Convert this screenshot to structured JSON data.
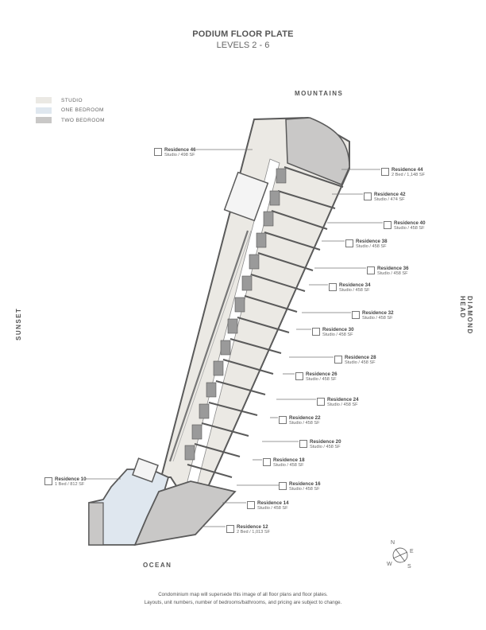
{
  "header": {
    "title": "PODIUM FLOOR PLATE",
    "subtitle": "LEVELS 2 - 6"
  },
  "legend": {
    "items": [
      {
        "label": "STUDIO",
        "color": "#ebe9e4"
      },
      {
        "label": "ONE BEDROOM",
        "color": "#dfe7ef"
      },
      {
        "label": "TWO BEDROOM",
        "color": "#c9c8c7"
      }
    ]
  },
  "directions": {
    "north": "MOUNTAINS",
    "south": "OCEAN",
    "west": "SUNSET",
    "east": "DIAMOND HEAD"
  },
  "residences": [
    {
      "name": "Residence 46",
      "info": "Studio / 498 SF"
    },
    {
      "name": "Residence 44",
      "info": "2 Bed / 1,148 SF"
    },
    {
      "name": "Residence 42",
      "info": "Studio / 474 SF"
    },
    {
      "name": "Residence 40",
      "info": "Studio / 458 SF"
    },
    {
      "name": "Residence 38",
      "info": "Studio / 458 SF"
    },
    {
      "name": "Residence 36",
      "info": "Studio / 458 SF"
    },
    {
      "name": "Residence 34",
      "info": "Studio / 458 SF"
    },
    {
      "name": "Residence 32",
      "info": "Studio / 458 SF"
    },
    {
      "name": "Residence 30",
      "info": "Studio / 458 SF"
    },
    {
      "name": "Residence 28",
      "info": "Studio / 458 SF"
    },
    {
      "name": "Residence 26",
      "info": "Studio / 458 SF"
    },
    {
      "name": "Residence 24",
      "info": "Studio / 458 SF"
    },
    {
      "name": "Residence 22",
      "info": "Studio / 458 SF"
    },
    {
      "name": "Residence 20",
      "info": "Studio / 458 SF"
    },
    {
      "name": "Residence 18",
      "info": "Studio / 458 SF"
    },
    {
      "name": "Residence 16",
      "info": "Studio / 458 SF"
    },
    {
      "name": "Residence 14",
      "info": "Studio / 458 SF"
    },
    {
      "name": "Residence 12",
      "info": "2 Bed / 1,013 SF"
    },
    {
      "name": "Residence 10",
      "info": "1 Bed / 812 SF"
    }
  ],
  "compass": {
    "n": "N",
    "e": "E",
    "s": "S",
    "w": "W"
  },
  "footer": {
    "line1": "Condominium map will supersede this image of all floor plans and floor plates.",
    "line2": "Layouts, unit numbers, number of bedrooms/bathrooms, and pricing are subject to change."
  },
  "colors": {
    "studio": "#ebe9e4",
    "one_bedroom": "#dfe7ef",
    "two_bedroom": "#c9c8c7",
    "walls": "#5a5a5a"
  }
}
